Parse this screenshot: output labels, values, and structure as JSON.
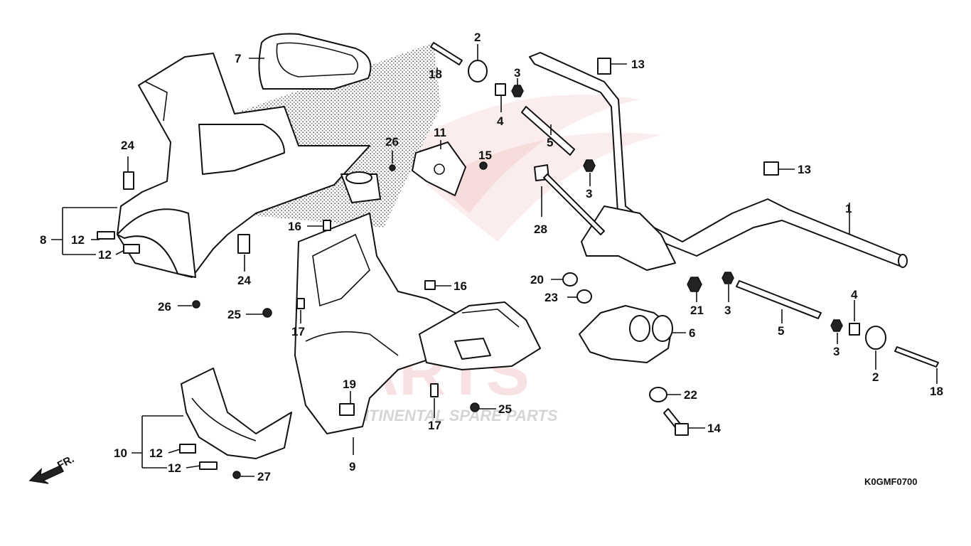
{
  "diagram": {
    "drawing_code": "K0GMF0700",
    "front_marker": "FR.",
    "watermark": {
      "brand": "PARTS",
      "tagline": "CONTINENTAL SPARE PARTS"
    },
    "callouts": [
      {
        "id": "c1",
        "text": "1"
      },
      {
        "id": "c2a",
        "text": "2"
      },
      {
        "id": "c2b",
        "text": "2"
      },
      {
        "id": "c3a",
        "text": "3"
      },
      {
        "id": "c3b",
        "text": "3"
      },
      {
        "id": "c3c",
        "text": "3"
      },
      {
        "id": "c3d",
        "text": "3"
      },
      {
        "id": "c4a",
        "text": "4"
      },
      {
        "id": "c4b",
        "text": "4"
      },
      {
        "id": "c5a",
        "text": "5"
      },
      {
        "id": "c5b",
        "text": "5"
      },
      {
        "id": "c6",
        "text": "6"
      },
      {
        "id": "c7",
        "text": "7"
      },
      {
        "id": "c8",
        "text": "8"
      },
      {
        "id": "c9",
        "text": "9"
      },
      {
        "id": "c10",
        "text": "10"
      },
      {
        "id": "c11",
        "text": "11"
      },
      {
        "id": "c12a",
        "text": "12"
      },
      {
        "id": "c12b",
        "text": "12"
      },
      {
        "id": "c12c",
        "text": "12"
      },
      {
        "id": "c12d",
        "text": "12"
      },
      {
        "id": "c13a",
        "text": "13"
      },
      {
        "id": "c13b",
        "text": "13"
      },
      {
        "id": "c14",
        "text": "14"
      },
      {
        "id": "c15",
        "text": "15"
      },
      {
        "id": "c16a",
        "text": "16"
      },
      {
        "id": "c16b",
        "text": "16"
      },
      {
        "id": "c17a",
        "text": "17"
      },
      {
        "id": "c17b",
        "text": "17"
      },
      {
        "id": "c18a",
        "text": "18"
      },
      {
        "id": "c18b",
        "text": "18"
      },
      {
        "id": "c19",
        "text": "19"
      },
      {
        "id": "c20",
        "text": "20"
      },
      {
        "id": "c21",
        "text": "21"
      },
      {
        "id": "c22",
        "text": "22"
      },
      {
        "id": "c23",
        "text": "23"
      },
      {
        "id": "c24a",
        "text": "24"
      },
      {
        "id": "c24b",
        "text": "24"
      },
      {
        "id": "c25a",
        "text": "25"
      },
      {
        "id": "c25b",
        "text": "25"
      },
      {
        "id": "c26a",
        "text": "26"
      },
      {
        "id": "c26b",
        "text": "26"
      },
      {
        "id": "c27",
        "text": "27"
      },
      {
        "id": "c28",
        "text": "28"
      }
    ]
  }
}
